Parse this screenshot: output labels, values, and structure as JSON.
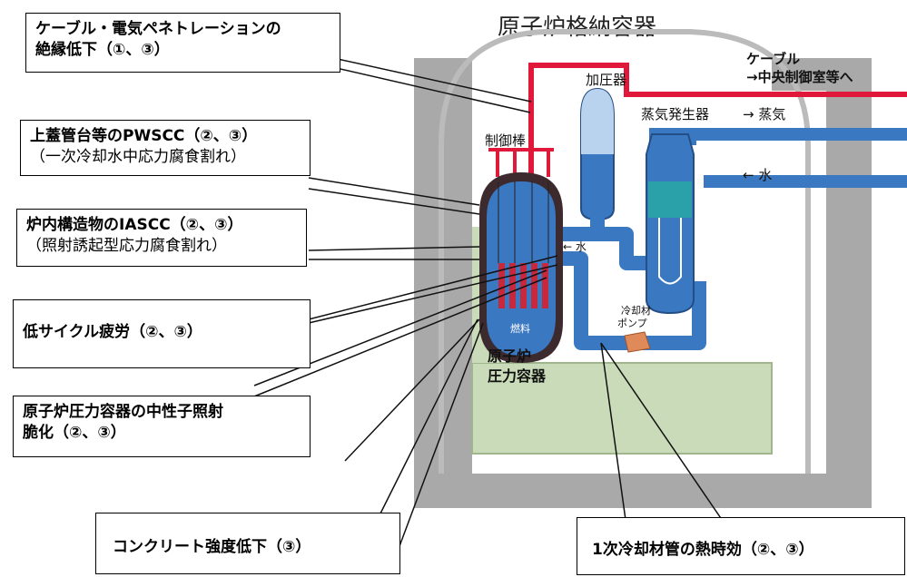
{
  "title": "原子炉格納容器",
  "labels": {
    "pressurizer": "加圧器",
    "cable_line1": "ケーブル",
    "cable_line2": "→中央制御室等へ",
    "control_rod": "制御棒",
    "steam_generator": "蒸気発生器",
    "steam": "→ 蒸気",
    "water_in": "← 水",
    "water_inner": "← 水",
    "fuel": "燃料",
    "pump_line1": "冷却材",
    "pump_line2": "ポンプ",
    "vessel_line1": "原子炉",
    "vessel_line2": "圧力容器"
  },
  "callouts": {
    "cable": {
      "line1": "ケーブル・電気ペネトレーションの",
      "line2": "絶縁低下（①、③）"
    },
    "pwscc": {
      "title": "上蓋管台等のPWSCC（②、③）",
      "sub": "（一次冷却水中応力腐食割れ）"
    },
    "iascc": {
      "title": "炉内構造物のIASCC（②、③）",
      "sub": "（照射誘起型応力腐食割れ）"
    },
    "fatigue": {
      "title": "低サイクル疲労（②、③）"
    },
    "embrittlement": {
      "line1": "原子炉圧力容器の中性子照射",
      "line2": "脆化（②、③）"
    },
    "concrete": {
      "title": "コンクリート強度低下（③）"
    },
    "thermal_aging": {
      "title": "1次冷却材管の熱時効（②、③）"
    }
  },
  "colors": {
    "concrete_gray": "#a9a9a9",
    "pipe_blue": "#3a78c2",
    "vessel_dark": "#3d2a2e",
    "cable_red": "#e0193b",
    "fuel_red": "#c8283c",
    "floor_green": "#c9dbb8"
  }
}
